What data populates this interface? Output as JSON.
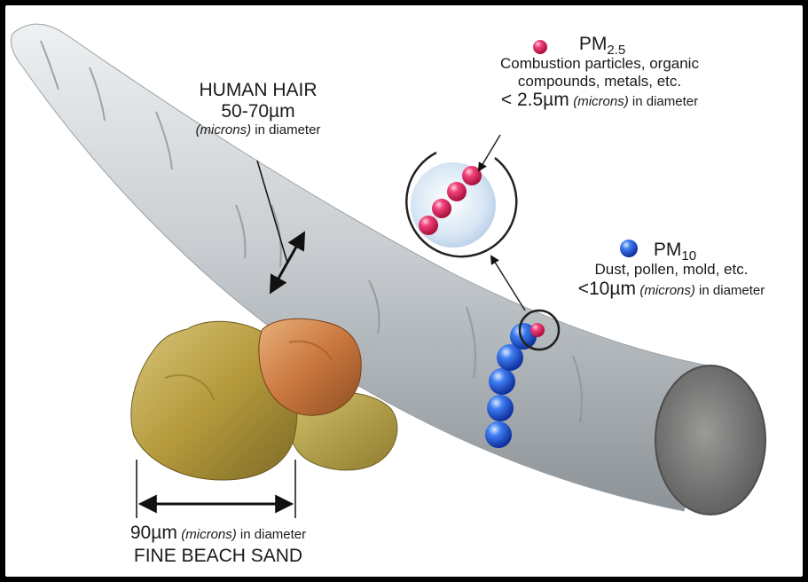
{
  "hair": {
    "title": "HUMAN HAIR",
    "size": "50-70µm",
    "unit_italic": "(microns)",
    "unit_rest": " in diameter"
  },
  "pm25": {
    "title_main": "PM",
    "title_sub": "2.5",
    "desc_line1": "Combustion particles, organic",
    "desc_line2": "compounds, metals, etc.",
    "size": "< 2.5µm",
    "unit_italic": "(microns)",
    "unit_rest": " in diameter",
    "color": "#e8194f"
  },
  "pm10": {
    "title_main": "PM",
    "title_sub": "10",
    "desc": "Dust, pollen, mold, etc.",
    "size": "<10µm",
    "unit_italic": "(microns)",
    "unit_rest": " in diameter",
    "color": "#1f5fe0"
  },
  "sand": {
    "size": "90µm",
    "unit_italic": "(microns)",
    "unit_rest": " in diameter",
    "title": "FINE BEACH SAND"
  }
}
